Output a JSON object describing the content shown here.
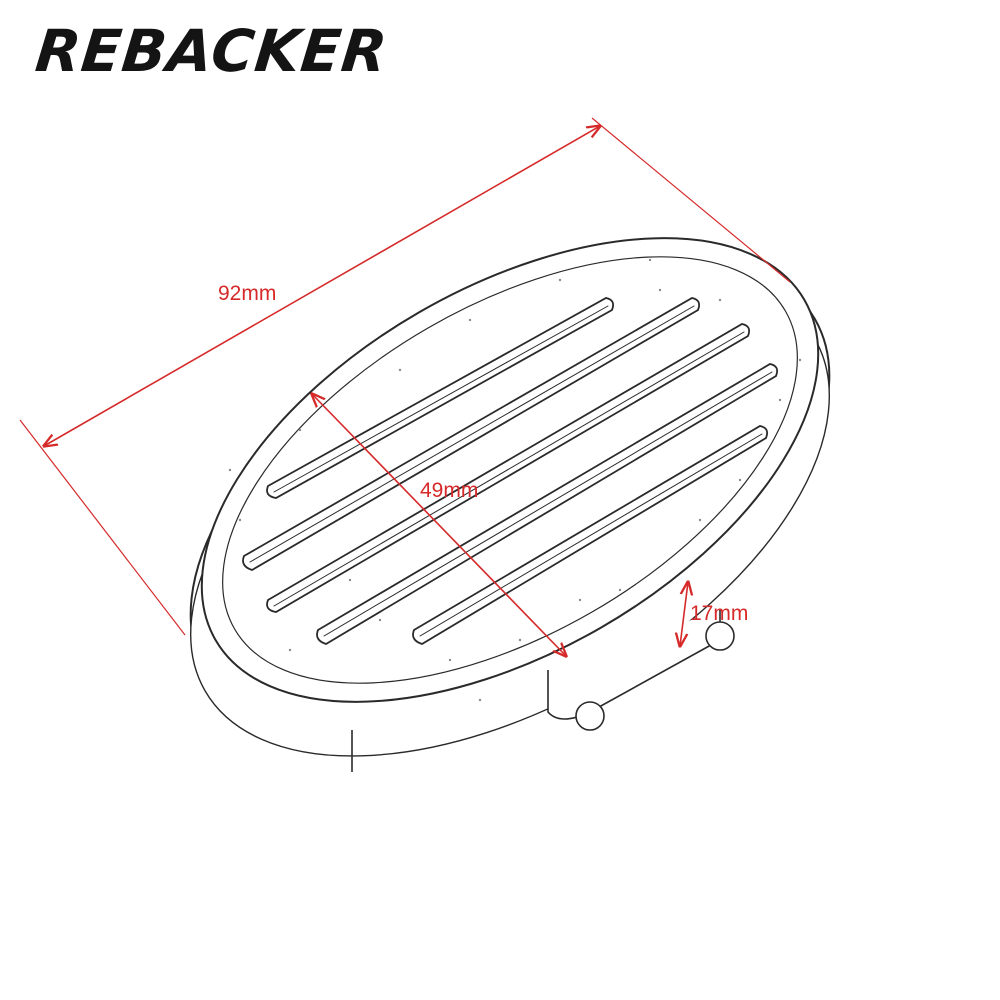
{
  "brand": {
    "name": "REBACKER"
  },
  "dimensions": {
    "length": "92mm",
    "width": "49mm",
    "height": "17mm"
  },
  "colors": {
    "dimension_line": "#d62a2a",
    "outline": "#2a2a2a",
    "brand_text": "#141414"
  },
  "product": {
    "shape": "oval-pad",
    "rib_count": 5
  }
}
